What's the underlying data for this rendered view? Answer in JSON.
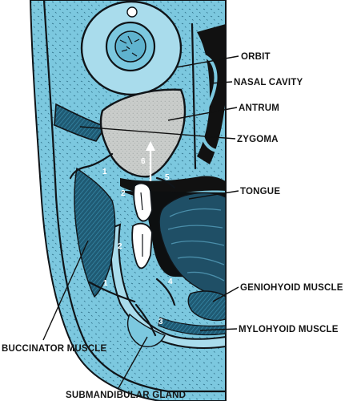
{
  "labels": {
    "orbit": "ORBIT",
    "nasal_cavity": "NASAL CAVITY",
    "antrum": "ANTRUM",
    "zygoma": "ZYGOMA",
    "tongue": "TONGUE",
    "geniohyoid": "GENIOHYOID MUSCLE",
    "mylohyoid": "MYLOHYOID MUSCLE",
    "buccinator": "BUCCINATOR MUSCLE",
    "submandibular": "SUBMANDIBULAR GLAND"
  },
  "markers": {
    "m1_top": "1",
    "m1_bottom": "1",
    "m2_upper": "2",
    "m2_lower": "2",
    "m3": "3",
    "m4": "4",
    "m5": "5",
    "m6": "6"
  },
  "colors": {
    "tissue_blue": "#7cc8df",
    "light_blue": "#a9dcec",
    "ink": "#101418",
    "antrum_grey": "#c9ccca",
    "muscle_dark": "#1f4f66",
    "background": "#ffffff"
  }
}
